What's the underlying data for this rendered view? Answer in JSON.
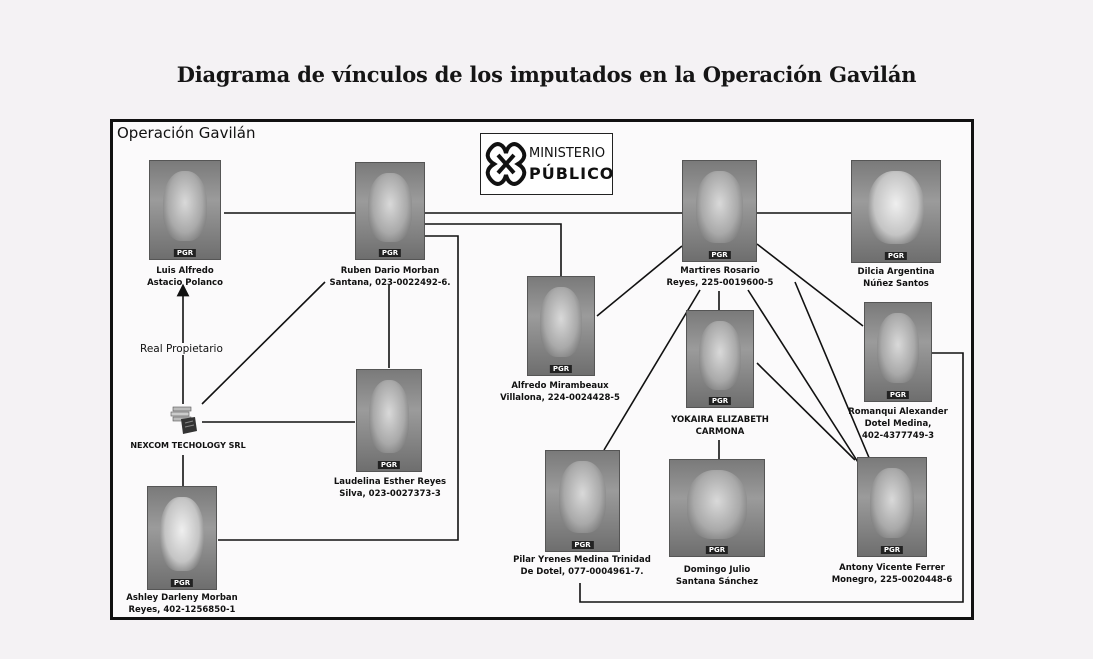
{
  "page_title": "Diagrama de vínculos de los imputados en la Operación Gavilán",
  "diagram": {
    "frame_title": "Operación Gavilán",
    "logo": {
      "icon": "ministerio-publico-knot-icon",
      "line1": "MINISTERIO",
      "line2": "PÚBLICO"
    },
    "photo_badge": "PGR",
    "nodes": [
      {
        "id": "luis",
        "name_line1": "Luis Alfredo",
        "name_line2": "Astacio Polanco"
      },
      {
        "id": "ruben",
        "name_line1": "Ruben Dario Morban",
        "name_line2": "Santana, 023-0022492-6."
      },
      {
        "id": "martires",
        "name_line1": "Martires Rosario",
        "name_line2": "Reyes, 225-0019600-5"
      },
      {
        "id": "dilcia",
        "name_line1": "Dilcia Argentina",
        "name_line2": "Núñez Santos"
      },
      {
        "id": "alfredo",
        "name_line1": "Alfredo Mirambeaux",
        "name_line2": "Villalona, 224-0024428-5"
      },
      {
        "id": "yokaira",
        "name_line1": "YOKAIRA ELIZABETH",
        "name_line2": "CARMONA"
      },
      {
        "id": "romanqui",
        "name_line1": "Romanqui Alexander",
        "name_line2": "Dotel Medina,",
        "name_line3": "402-4377749-3"
      },
      {
        "id": "laudelina",
        "name_line1": "Laudelina Esther Reyes",
        "name_line2": "Silva, 023-0027373-3"
      },
      {
        "id": "ashley",
        "name_line1": "Ashley Darleny Morban",
        "name_line2": "Reyes, 402-1256850-1"
      },
      {
        "id": "pilar",
        "name_line1": "Pilar Yrenes Medina Trinidad",
        "name_line2": "De Dotel, 077-0004961-7."
      },
      {
        "id": "domingo",
        "name_line1": "Domingo Julio",
        "name_line2": "Santana Sánchez"
      },
      {
        "id": "antony",
        "name_line1": "Antony Vicente Ferrer",
        "name_line2": "Monegro, 225-0020448-6"
      },
      {
        "id": "nexcom",
        "name_line1": "NEXCOM TECHOLOGY SRL",
        "icon": "company-building-icon"
      }
    ],
    "edges": [
      {
        "from": "nexcom",
        "to": "luis",
        "label": "Real Propietario",
        "arrow": true
      },
      {
        "from": "luis",
        "to": "ruben"
      },
      {
        "from": "ruben",
        "to": "martires"
      },
      {
        "from": "ruben",
        "to": "alfredo"
      },
      {
        "from": "ruben",
        "to": "laudelina"
      },
      {
        "from": "ruben",
        "to": "nexcom"
      },
      {
        "from": "ruben",
        "to": "ashley"
      },
      {
        "from": "nexcom",
        "to": "laudelina"
      },
      {
        "from": "nexcom",
        "to": "ashley"
      },
      {
        "from": "martires",
        "to": "dilcia"
      },
      {
        "from": "martires",
        "to": "alfredo"
      },
      {
        "from": "martires",
        "to": "yokaira"
      },
      {
        "from": "martires",
        "to": "pilar"
      },
      {
        "from": "martires",
        "to": "romanqui"
      },
      {
        "from": "martires",
        "to": "antony"
      },
      {
        "from": "yokaira",
        "to": "domingo"
      },
      {
        "from": "yokaira",
        "to": "antony"
      },
      {
        "from": "dilcia",
        "to": "antony"
      },
      {
        "from": "romanqui",
        "to": "pilar"
      }
    ]
  }
}
